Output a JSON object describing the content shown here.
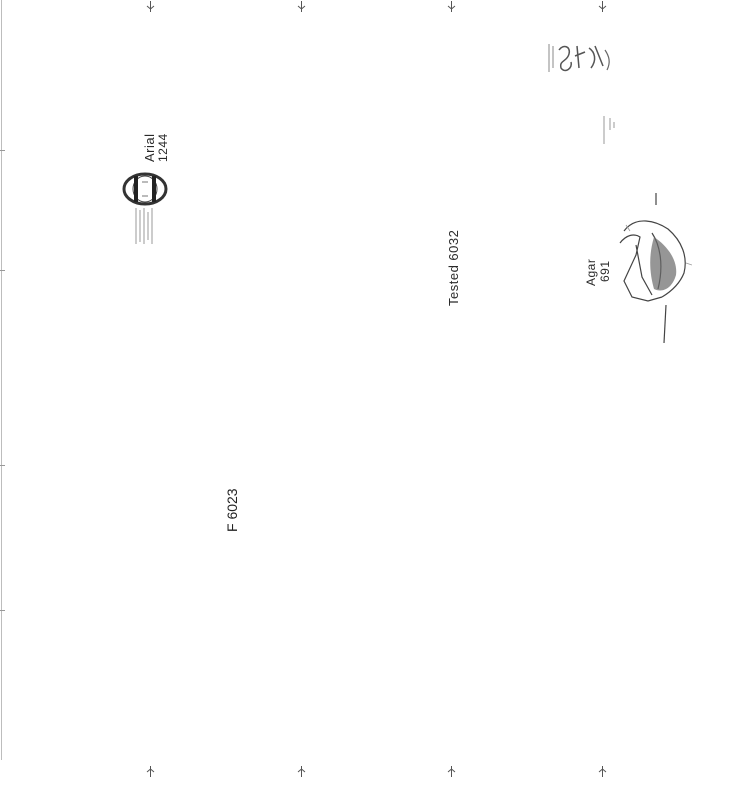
{
  "marks": {
    "top": [
      "mark-top-1",
      "mark-top-2",
      "mark-top-3",
      "mark-top-4"
    ],
    "bottom": [
      "mark-bottom-1",
      "mark-bottom-2",
      "mark-bottom-3",
      "mark-bottom-4"
    ]
  },
  "labels": {
    "arial_line1": "Arial",
    "arial_line2": "1244",
    "rotated_id": "F 6023",
    "tested_label": "Tested  6032",
    "agar_line1": "Agar",
    "agar_line2": "691"
  },
  "colors": {
    "ink": "#222222",
    "faint": "#8a8a8a",
    "edge": "#bdbdbd"
  }
}
